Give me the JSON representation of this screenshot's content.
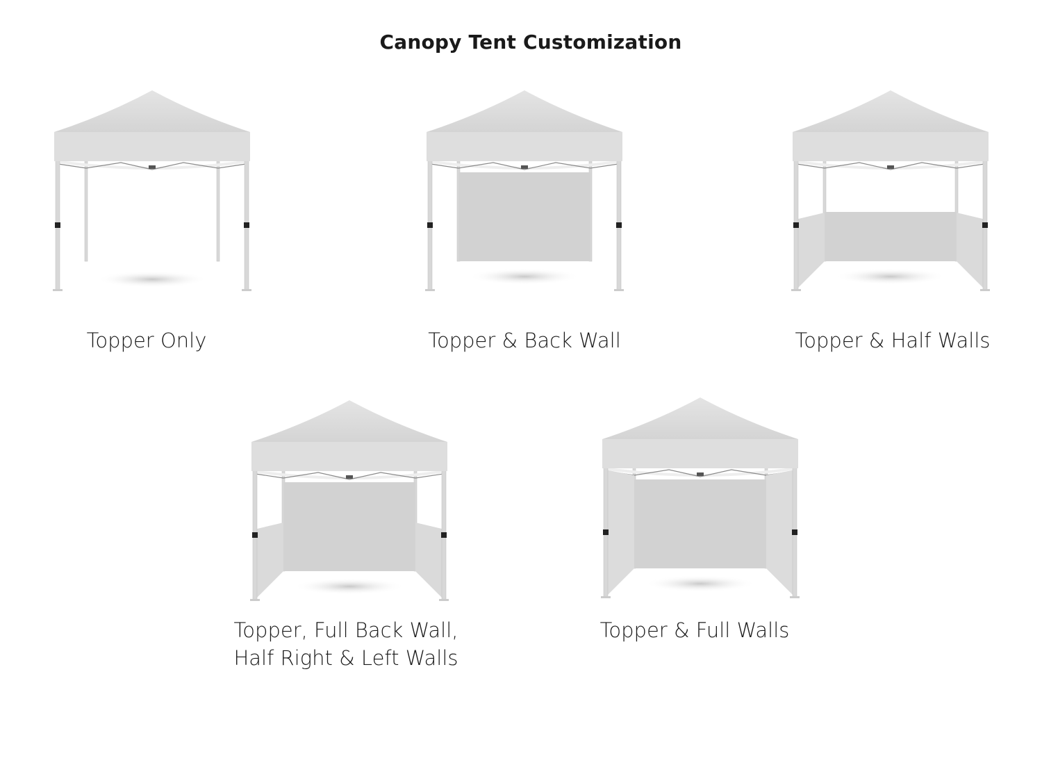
{
  "title": "Canopy Tent Customization",
  "colors": {
    "canopy": "#dcdcdc",
    "wall": "#d2d2d2",
    "pole": "#d8d8d8",
    "frame": "#8a8a8a"
  },
  "options": [
    {
      "label": "Topper Only",
      "back_wall": "none",
      "side_walls": "none"
    },
    {
      "label": "Topper & Back Wall",
      "back_wall": "full",
      "side_walls": "none"
    },
    {
      "label": "Topper & Half Walls",
      "back_wall": "half",
      "side_walls": "half"
    },
    {
      "label_line1": "Topper, Full Back Wall,",
      "label_line2": "Half Right & Left Walls",
      "back_wall": "full",
      "side_walls": "half"
    },
    {
      "label": "Topper & Full Walls",
      "back_wall": "full",
      "side_walls": "full"
    }
  ]
}
